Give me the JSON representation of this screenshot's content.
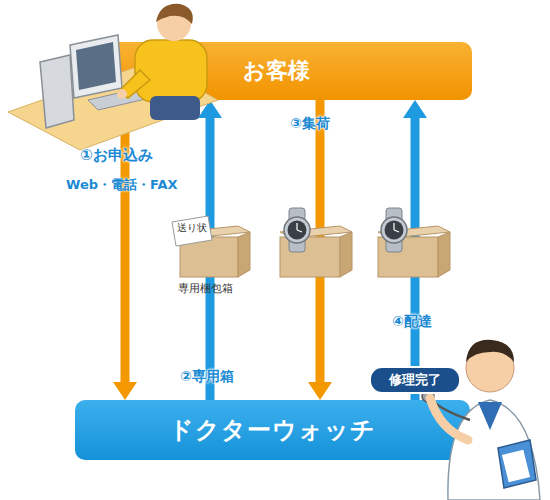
{
  "diagram": {
    "nodes": [
      {
        "text": [
          "お客様"
        ]
      },
      {
        "text": [
          "ドクターウォッチ"
        ]
      },
      {
        "text": [
          "修理完了"
        ]
      }
    ],
    "edges": [
      {
        "from": 0,
        "to": 1,
        "label": "①お申込み",
        "arrow": "to"
      },
      {
        "from": 1,
        "to": 0,
        "label": "②専用箱",
        "arrow": "to"
      },
      {
        "from": 0,
        "to": 1,
        "label": "③集荷",
        "arrow": "to"
      },
      {
        "from": 1,
        "to": 0,
        "label": "④配達",
        "arrow": "to"
      }
    ],
    "labels": [
      "Web・電話・FAX",
      "送り状",
      "専用梱包箱"
    ]
  }
}
